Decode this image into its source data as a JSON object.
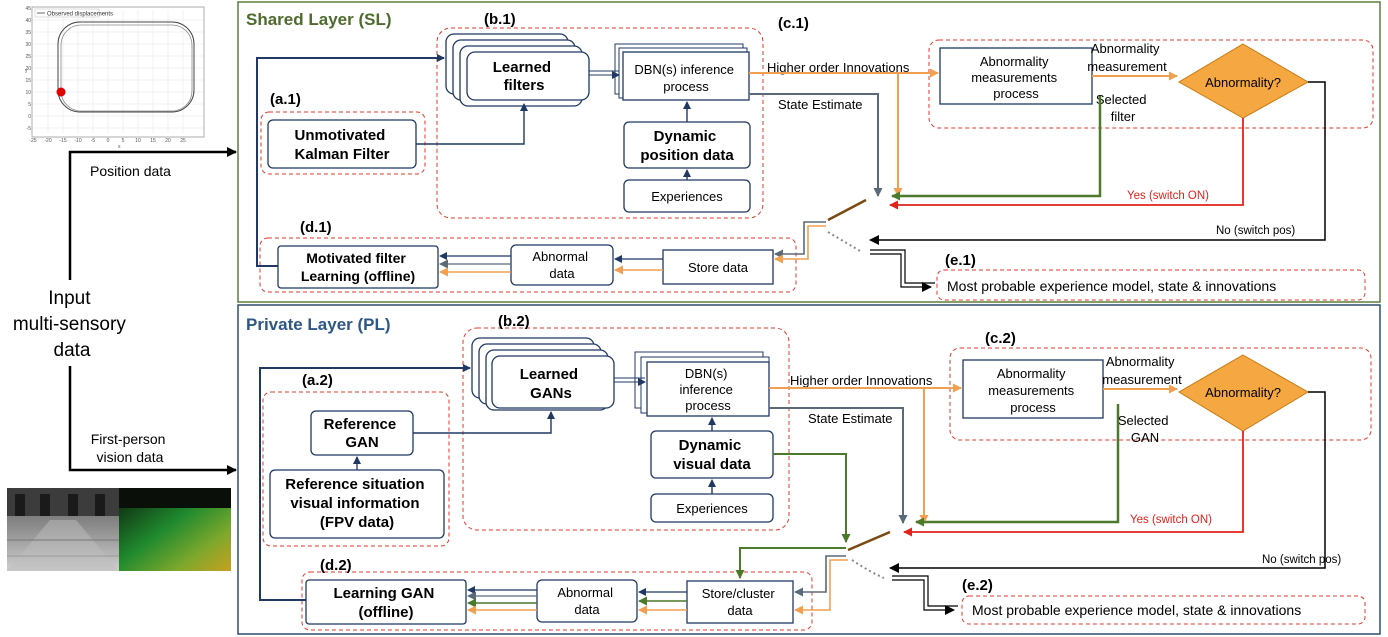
{
  "shared_layer": {
    "title": "Shared Layer (SL)",
    "labels": {
      "a": "(a.1)",
      "b": "(b.1)",
      "c": "(c.1)",
      "d": "(d.1)",
      "e": "(e.1)"
    },
    "unmotivated_filter": [
      "Unmotivated",
      "Kalman Filter"
    ],
    "learned_box": [
      "Learned",
      "filters"
    ],
    "dbn_box": [
      "DBN(s) inference",
      "process"
    ],
    "dynamic_data": [
      "Dynamic",
      "position data"
    ],
    "experiences": "Experiences",
    "higher_order": "Higher order Innovations",
    "state_estimate": "State Estimate",
    "abn_measure_proc": [
      "Abnormality",
      "measurements",
      "process"
    ],
    "abn_measurement": [
      "Abnormality",
      "measurement"
    ],
    "decision": "Abnormality?",
    "selected": [
      "Selected",
      "filter"
    ],
    "yes_switch": "Yes (switch ON)",
    "no_switch": "No (switch pos)",
    "learning_box": [
      "Motivated filter",
      "Learning (offline)"
    ],
    "abnormal_data": [
      "Abnormal",
      "data"
    ],
    "store_data": [
      "Store data"
    ],
    "result": "Most probable experience model, state & innovations"
  },
  "private_layer": {
    "title": "Private Layer (PL)",
    "labels": {
      "a": "(a.2)",
      "b": "(b.2)",
      "c": "(c.2)",
      "d": "(d.2)",
      "e": "(e.2)"
    },
    "reference_gan": [
      "Reference",
      "GAN"
    ],
    "reference_info": [
      "Reference situation",
      "visual information",
      "(FPV data)"
    ],
    "learned_box": [
      "Learned",
      "GANs"
    ],
    "dbn_box": [
      "DBN(s)",
      "inference",
      "process"
    ],
    "dynamic_data": [
      "Dynamic",
      "visual data"
    ],
    "experiences": "Experiences",
    "higher_order": "Higher order Innovations",
    "state_estimate": "State Estimate",
    "abn_measure_proc": [
      "Abnormality",
      "measurements",
      "process"
    ],
    "abn_measurement": [
      "Abnormality",
      "measurement"
    ],
    "decision": "Abnormality?",
    "selected": [
      "Selected",
      "GAN"
    ],
    "yes_switch": "Yes (switch ON)",
    "no_switch": "No (switch pos)",
    "learning_box": [
      "Learning GAN",
      "(offline)"
    ],
    "abnormal_data": [
      "Abnormal",
      "data"
    ],
    "store_data": [
      "Store/cluster",
      "data"
    ],
    "result": "Most probable experience model, state & innovations"
  },
  "inputs": {
    "main": [
      "Input",
      "multi-sensory",
      "data"
    ],
    "position": "Position data",
    "fpv": [
      "First-person",
      "vision data"
    ],
    "trajectory_legend": "Observed displacements",
    "trajectory_y_ticks": [
      "45",
      "40",
      "35",
      "30",
      "25",
      "20",
      "15",
      "10",
      "5",
      "0",
      "-5"
    ],
    "trajectory_x_ticks": [
      "-25",
      "-20",
      "-15",
      "-10",
      "-5",
      "0",
      "5",
      "10",
      "15",
      "20",
      "25"
    ],
    "trajectory_y_axis": "y",
    "trajectory_x_axis": "x"
  },
  "colors": {
    "shared_title": "#4e6b2e",
    "shared_border": "#5b7f3b",
    "private_title": "#2f5786",
    "private_border": "#2f4f6f",
    "navy": "#1f3864",
    "orange": "#f0a050",
    "decision_fill": "#f5a742",
    "green_arrow": "#4a7a2a",
    "red": "#e0241b",
    "dash_red": "#e03a2e"
  }
}
